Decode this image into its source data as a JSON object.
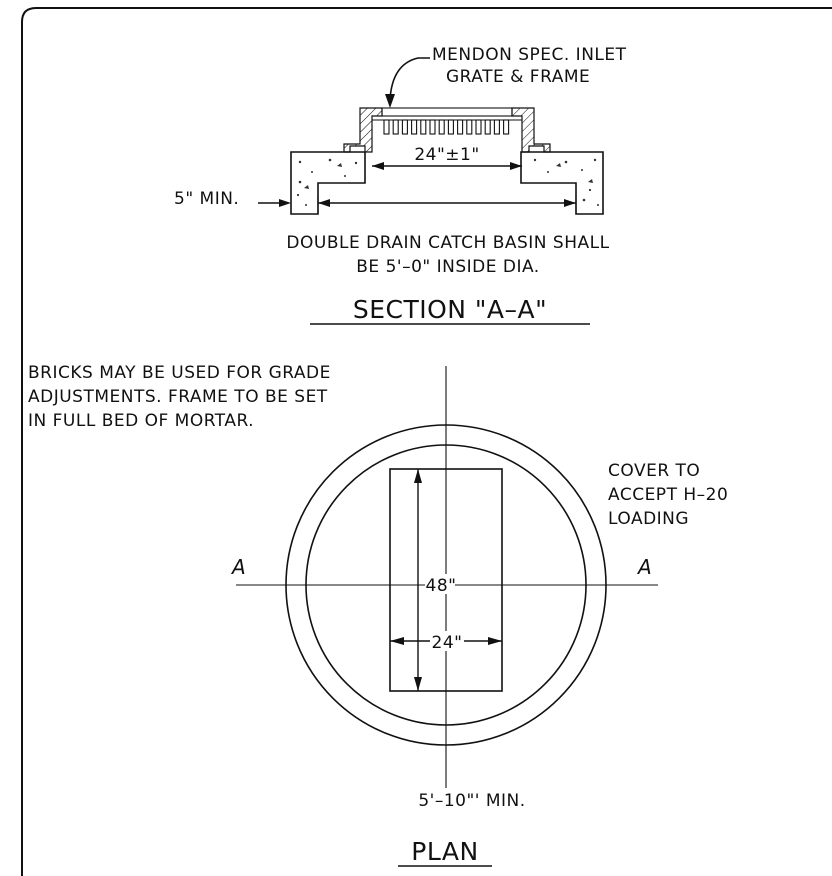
{
  "section": {
    "grate_note_line1": "MENDON SPEC. INLET",
    "grate_note_line2": "GRATE & FRAME",
    "opening_dim": "24\"±1\"",
    "wall_dim": "5\" MIN.",
    "basin_note_line1": "DOUBLE DRAIN CATCH BASIN SHALL",
    "basin_note_line2": "BE 5'–0\" INSIDE DIA.",
    "title": "SECTION \"A–A\""
  },
  "plan": {
    "brick_note_line1": "BRICKS MAY BE USED FOR GRADE",
    "brick_note_line2": "ADJUSTMENTS. FRAME TO BE SET",
    "brick_note_line3": "IN FULL BED OF MORTAR.",
    "cover_note_line1": "COVER TO",
    "cover_note_line2": "ACCEPT H–20",
    "cover_note_line3": "LOADING",
    "section_marker_left": "A",
    "section_marker_right": "A",
    "length_dim": "48\"",
    "width_dim": "24\"",
    "depth_dim": "5'–10\"' MIN.",
    "title": "PLAN"
  },
  "colors": {
    "line": "#111111",
    "background": "#ffffff"
  }
}
